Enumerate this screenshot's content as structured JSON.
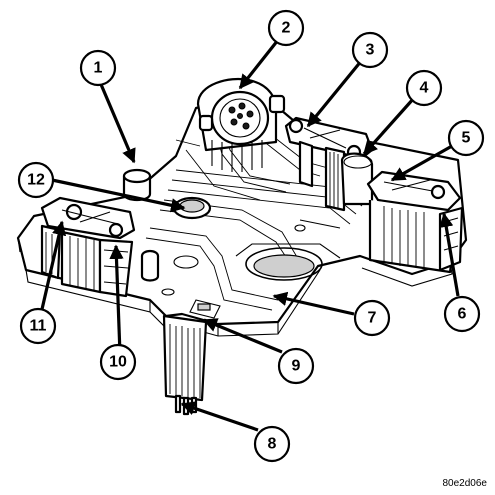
{
  "callouts": [
    {
      "label": "1"
    },
    {
      "label": "2"
    },
    {
      "label": "3"
    },
    {
      "label": "4"
    },
    {
      "label": "5"
    },
    {
      "label": "6"
    },
    {
      "label": "7"
    },
    {
      "label": "8"
    },
    {
      "label": "9"
    },
    {
      "label": "10"
    },
    {
      "label": "11"
    },
    {
      "label": "12"
    }
  ],
  "figure_code": "80e2d06e"
}
